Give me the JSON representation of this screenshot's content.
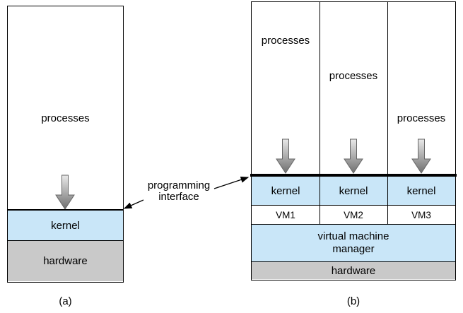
{
  "figure": {
    "panel_a": {
      "processes_label": "processes",
      "kernel_label": "kernel",
      "hardware_label": "hardware",
      "caption": "(a)"
    },
    "panel_b": {
      "columns": [
        {
          "processes_label": "processes",
          "kernel_label": "kernel",
          "vm_label": "VM1"
        },
        {
          "processes_label": "processes",
          "kernel_label": "kernel",
          "vm_label": "VM2"
        },
        {
          "processes_label": "processes",
          "kernel_label": "kernel",
          "vm_label": "VM3"
        }
      ],
      "vmm_label_line1": "virtual machine",
      "vmm_label_line2": "manager",
      "hardware_label": "hardware",
      "caption": "(b)"
    },
    "annotation": {
      "line1": "programming",
      "line2": "interface"
    },
    "colors": {
      "kernel_fill": "#c9e6f8",
      "hardware_fill": "#c9c9c9",
      "arrow_top": "#e9e9e9",
      "arrow_bottom": "#6f6f6f",
      "line": "#000000"
    }
  }
}
